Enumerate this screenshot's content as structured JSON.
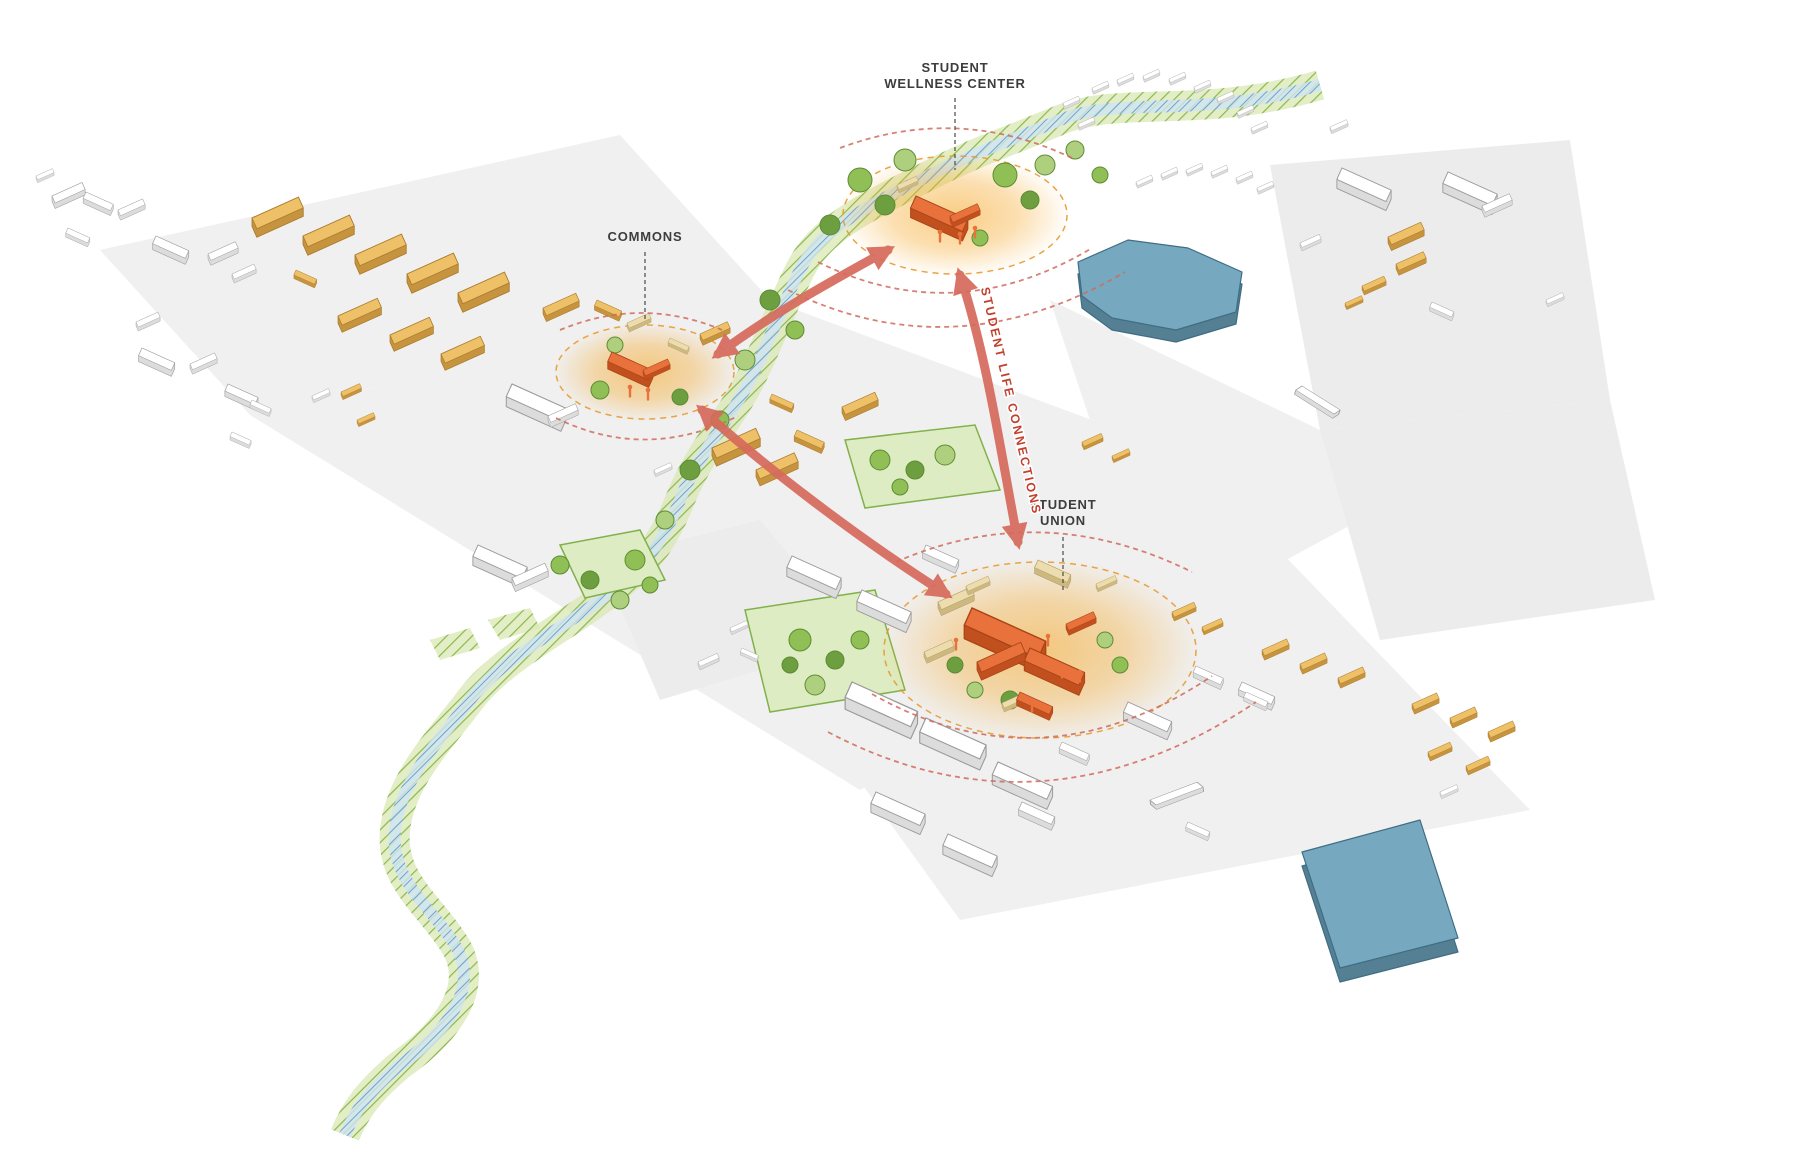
{
  "diagram": {
    "labels": {
      "wellness_line1": "STUDENT",
      "wellness_line2": "WELLNESS CENTER",
      "commons": "COMMONS",
      "union_line1": "STUDENT",
      "union_line2": "UNION",
      "connection": "STUDENT LIFE CONNECTIONS"
    },
    "colors": {
      "hub_building_orange": "#e8713c",
      "hub_glow": "#f6ac33",
      "arrow_red": "#d66a5c",
      "connection_text_red": "#c2402e",
      "building_yellow": "#eec067",
      "building_cream": "#ecdcae",
      "building_blue": "#76a9c0",
      "building_white": "#ffffff",
      "greenway_green": "#8ab84e",
      "water_blue": "#6fa3cc",
      "park_green": "#ddecc2",
      "ground_gray": "#f0f0f0",
      "label_dark": "#3d3d3d"
    }
  }
}
